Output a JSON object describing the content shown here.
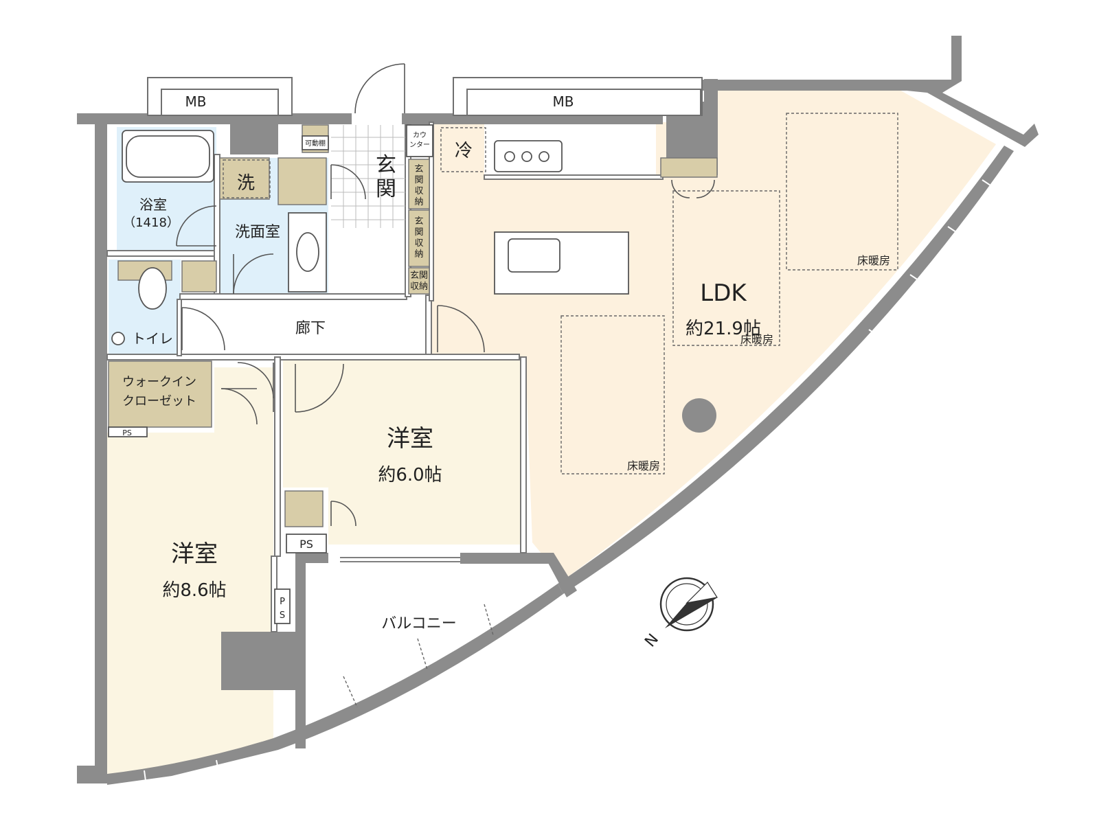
{
  "plan": {
    "ldk": {
      "name": "LDK",
      "size": "約21.9帖"
    },
    "western_room_1": {
      "name": "洋室",
      "size": "約6.0帖"
    },
    "western_room_2": {
      "name": "洋室",
      "size": "約8.6帖"
    },
    "entrance": "玄関",
    "hallway": "廊下",
    "washroom": "洗面室",
    "bathroom": {
      "name": "浴室",
      "size": "（1418）"
    },
    "toilet": "トイレ",
    "walk_in_closet": {
      "line1": "ウォークイン",
      "line2": "クローゼット"
    },
    "balcony": "バルコニー",
    "meter_box_1": "MB",
    "meter_box_2": "MB",
    "washer": "洗",
    "fridge": "冷",
    "counter": {
      "line1": "カウ",
      "line2": "ンター"
    },
    "movable_shelf": "可動棚",
    "entrance_storage": {
      "line1": "玄",
      "line2": "関",
      "line3": "収",
      "line4": "納"
    },
    "entrance_storage_small": {
      "line1": "玄関",
      "line2": "収納"
    },
    "floor_heating": "床暖房",
    "pipe_space": "PS",
    "pipe_space_vertical": {
      "line1": "P",
      "line2": "S"
    },
    "compass_north": "N"
  },
  "colors": {
    "ldk_fill": "#fdf1de",
    "room_fill": "#fbf5e2",
    "wet_area_fill": "#dff0fa",
    "storage_fill": "#d8cda8",
    "wall": "#8c8c8c"
  }
}
